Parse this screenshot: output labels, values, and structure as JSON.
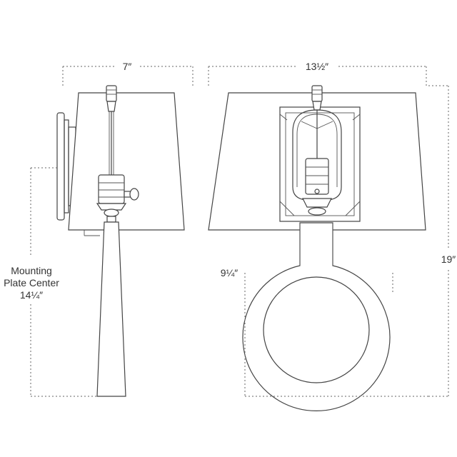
{
  "dimensions": {
    "side_width": "7″",
    "front_width": "13½″",
    "overall_height": "19″",
    "ring_height": "9¼″",
    "mounting_label_line1": "Mounting",
    "mounting_label_line2": "Plate Center",
    "mounting_value": "14¼″"
  }
}
